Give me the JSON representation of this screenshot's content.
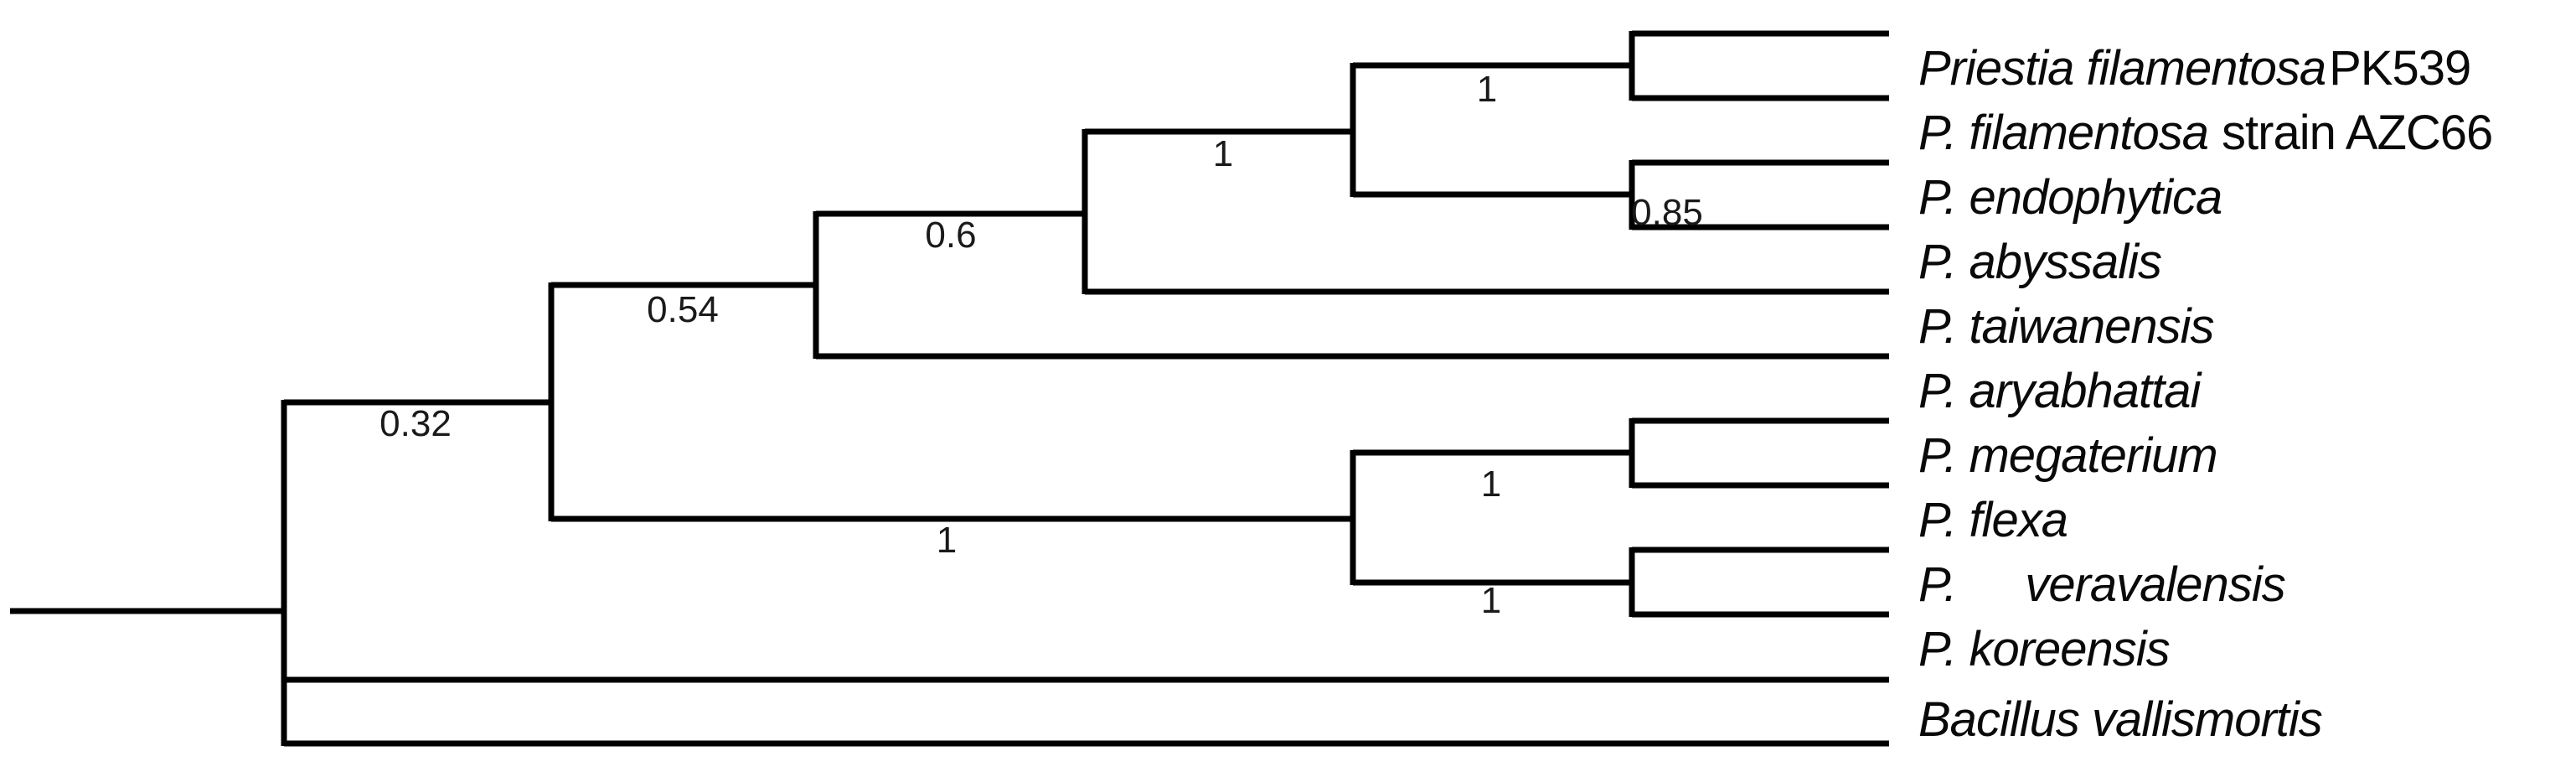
{
  "figure": {
    "type": "phylogenetic-tree",
    "orientation": "left-to-right rectangular cladogram",
    "background_color": "#ffffff",
    "line_color": "#000000",
    "text_color": "#0a0a0a"
  },
  "taxa": [
    {
      "italic": "Priestia filamentosa",
      "regular": "PK539"
    },
    {
      "italic": "P. filamentosa",
      "regular": "strain AZC66"
    },
    {
      "italic": "P. endophytica"
    },
    {
      "italic": "P. abyssalis"
    },
    {
      "italic": "P. taiwanensis"
    },
    {
      "italic": "P. aryabhattai"
    },
    {
      "italic": "P. megaterium"
    },
    {
      "italic": "P. flexa"
    },
    {
      "italic": "P.",
      "italic2": "veravalensis"
    },
    {
      "italic": "P. koreensis"
    },
    {
      "italic": "Bacillus vallismortis"
    }
  ],
  "supports": [
    {
      "value": "1",
      "edge": "Priestia filamentosa PK539 + P. filamentosa strain AZC66"
    },
    {
      "value": "0.85",
      "edge": "P. endophytica + P. abyssalis"
    },
    {
      "value": "1",
      "edge": "filamentosa pair + endophytica/abyssalis pair"
    },
    {
      "value": "0.6",
      "edge": "above clade + P. taiwanensis"
    },
    {
      "value": "0.54",
      "edge": "above clade + P. aryabhattai"
    },
    {
      "value": "0.32",
      "edge": "upper Priestia clade + megaterium group"
    },
    {
      "value": "1",
      "edge": "megaterium/flexa + veravalensis/koreensis group"
    },
    {
      "value": "1",
      "edge": "P. megaterium + P. flexa"
    },
    {
      "value": "1",
      "edge": "P. veravalensis + P. koreensis"
    }
  ],
  "tree": {
    "newick": "((((((Priestia filamentosa PK539,P. filamentosa strain AZC66)1,(P. endophytica,P. abyssalis)0.85)1,P. taiwanensis)0.6,P. aryabhattai)0.54,((P. megaterium,P. flexa)1,(P. veravalensis,P. koreensis)1)1)0.32,Bacillus vallismortis);"
  }
}
